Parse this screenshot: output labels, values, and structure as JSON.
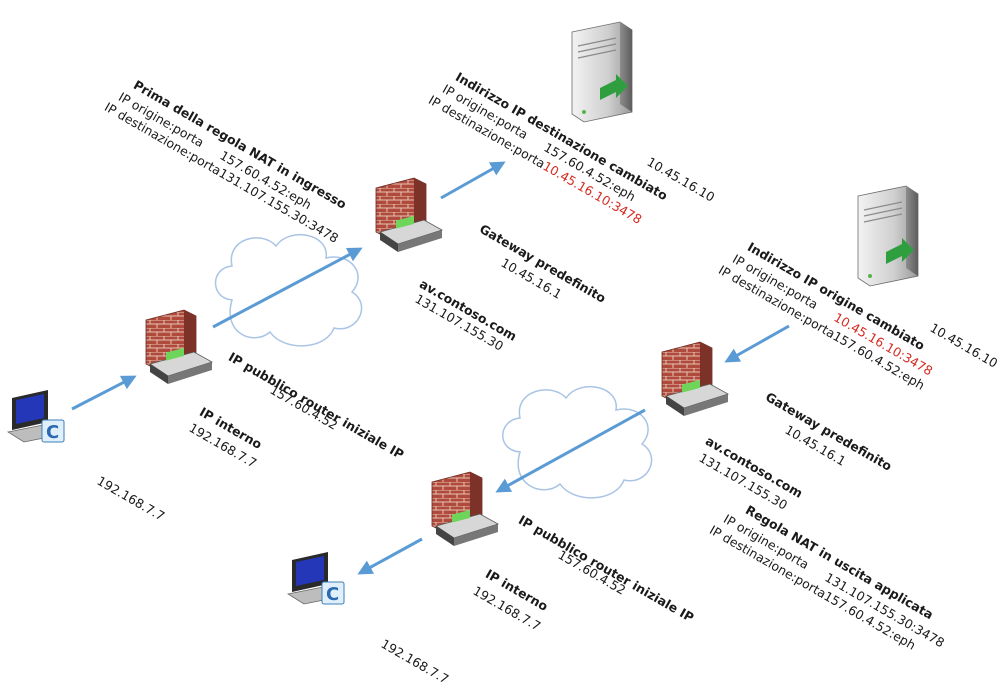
{
  "inbound": {
    "before_nat": {
      "title": "Prima della regola NAT in ingresso",
      "src_label": "IP origine:porta",
      "dst_label": "IP destinazione:porta",
      "src_value": "157.60.4.52:eph",
      "dst_value": "131.107.155.30:3478"
    },
    "dest_changed": {
      "title": "Indirizzo IP destinazione cambiato",
      "src_label": "IP origine:porta",
      "dst_label": "IP destinazione:porta",
      "src_value": "157.60.4.52:eph",
      "dst_value": "10.45.16.10:3478"
    },
    "server_ip": "10.45.16.10",
    "gateway_title": "Gateway predefinito",
    "gateway_ip": "10.45.16.1",
    "edge_name": "av.contoso.com",
    "edge_ip": "131.107.155.30",
    "router_public_title": "IP pubblico router iniziale IP",
    "router_public_ip": "157.60.4.52",
    "router_internal_title": "IP interno",
    "router_internal_ip": "192.168.7.7",
    "client_ip": "192.168.7.7"
  },
  "outbound": {
    "source_changed": {
      "title": "Indirizzo IP origine cambiato",
      "src_label": "IP origine:porta",
      "dst_label": "IP destinazione:porta",
      "src_value": "10.45.16.10:3478",
      "dst_value": "157.60.4.52:eph"
    },
    "nat_applied": {
      "title": "Regola NAT in uscita applicata",
      "src_label": "IP origine:porta",
      "dst_label": "IP destinazione:porta",
      "src_value": "131.107.155.30:3478",
      "dst_value": "157.60.4.52:eph"
    },
    "server_ip": "10.45.16.10",
    "gateway_title": "Gateway predefinito",
    "gateway_ip": "10.45.16.1",
    "edge_name": "av.contoso.com",
    "edge_ip": "131.107.155.30",
    "router_public_title": "IP pubblico router iniziale IP",
    "router_public_ip": "157.60.4.52",
    "router_internal_title": "IP interno",
    "router_internal_ip": "192.168.7.7",
    "client_ip": "192.168.7.7"
  },
  "colors": {
    "arrow": "#5b9bd5",
    "highlight": "#d62b20",
    "cloud_stroke": "#a9c4e4",
    "brick": "#a8483c"
  }
}
